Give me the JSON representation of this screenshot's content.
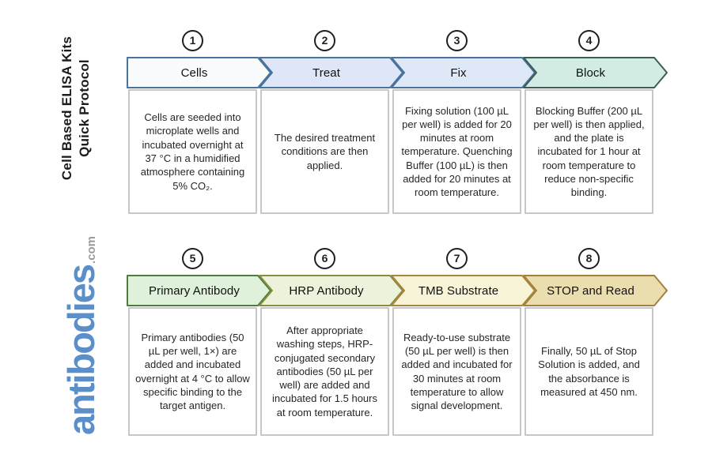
{
  "sidebar": {
    "title_line1": "Cell Based ELISA Kits",
    "title_line2": "Quick Protocol",
    "logo_text": "antibodies",
    "logo_suffix": ".com",
    "logo_color": "#5b8fc9",
    "logo_suffix_color": "#9b9b9b"
  },
  "rows": [
    {
      "steps": [
        {
          "number": "1",
          "label": "Cells",
          "description": "Cells are seeded into microplate wells and incubated overnight at 37 °C in a humidified atmosphere containing 5% CO₂.",
          "fill": "#f9fbfd",
          "border": "#49739c"
        },
        {
          "number": "2",
          "label": "Treat",
          "description": "The desired treatment conditions are then applied.",
          "fill": "#dfe6f7",
          "border": "#49739c"
        },
        {
          "number": "3",
          "label": "Fix",
          "description": "Fixing solution (100 µL per well) is added for 20 minutes at room temperature. Quenching Buffer (100 µL) is then added for 20 minutes at room temperature.",
          "fill": "#dfe8f6",
          "border": "#49739c"
        },
        {
          "number": "4",
          "label": "Block",
          "description": "Blocking Buffer (200 µL per well) is then applied, and the plate is incubated for 1 hour at room temperature to reduce non-specific binding.",
          "fill": "#d3ece3",
          "border": "#3d5c55"
        }
      ]
    },
    {
      "steps": [
        {
          "number": "5",
          "label": "Primary Antibody",
          "description": "Primary antibodies (50 µL per well, 1×) are added and incubated overnight at 4 °C to allow specific binding to the target antigen.",
          "fill": "#dff1da",
          "border": "#4c7d3c"
        },
        {
          "number": "6",
          "label": "HRP Antibody",
          "description": "After appropriate washing steps, HRP-conjugated secondary antibodies (50 µL per well) are added and incubated for 1.5 hours at room temperature.",
          "fill": "#edf3da",
          "border": "#8c8d41"
        },
        {
          "number": "7",
          "label": "TMB Substrate",
          "description": "Ready-to-use substrate (50 µL per well) is then added and incubated for 30 minutes at room temperature to allow signal development.",
          "fill": "#f8f4d8",
          "border": "#a8863d"
        },
        {
          "number": "8",
          "label": "STOP and Read",
          "description": "Finally, 50 µL of Stop Solution is added, and the absorbance is measured at 450 nm.",
          "fill": "#ebdeae",
          "border": "#a3803c"
        }
      ]
    }
  ]
}
